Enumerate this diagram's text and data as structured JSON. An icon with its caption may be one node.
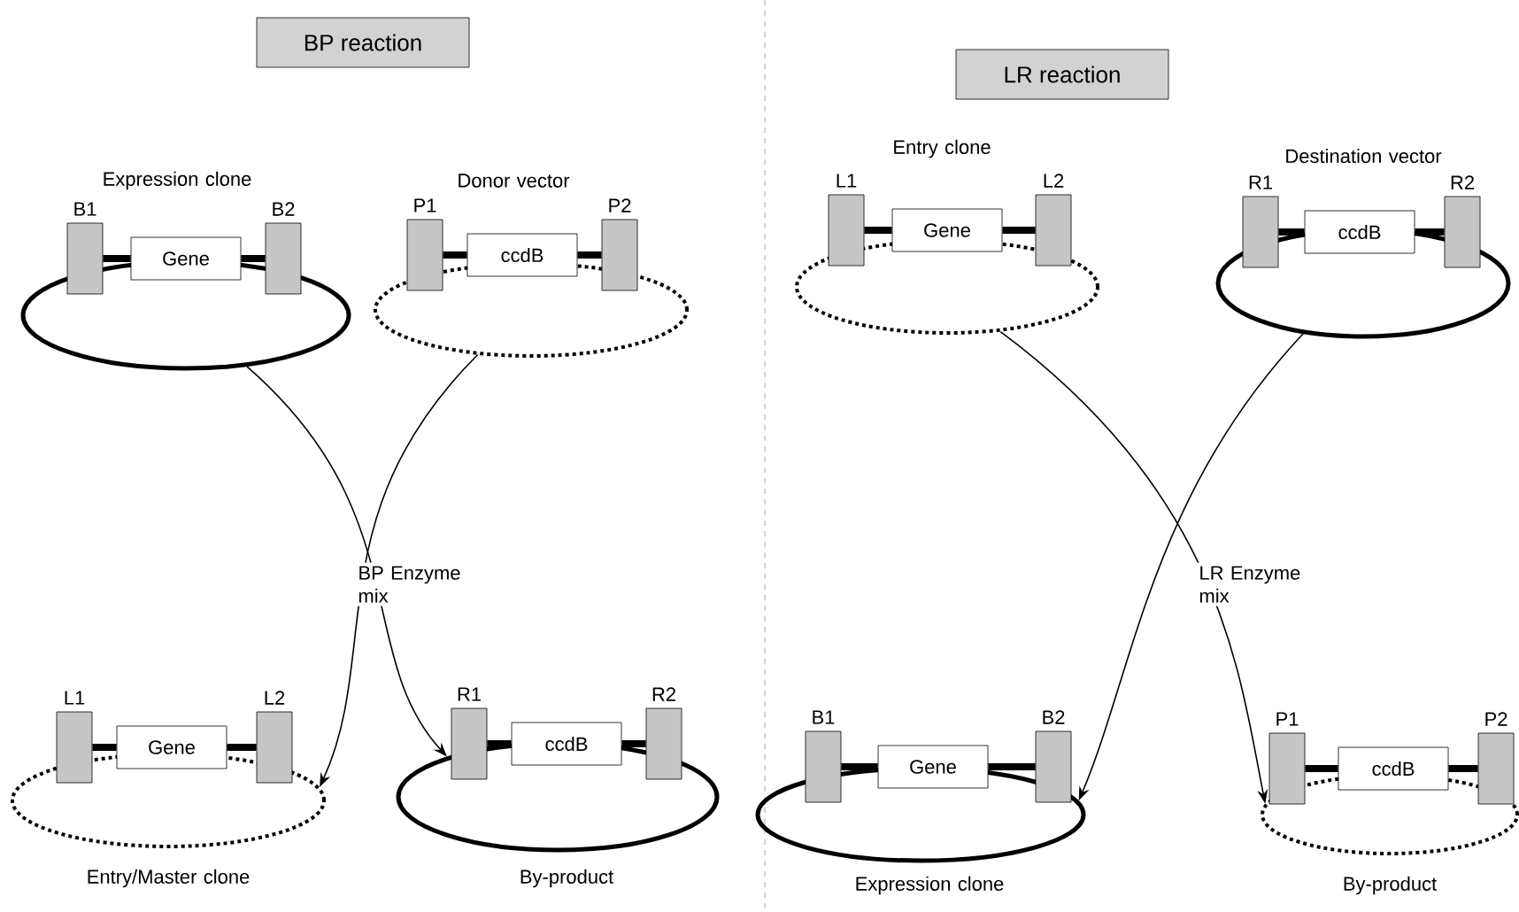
{
  "diagram": {
    "nodes": [
      {
        "text": [
          "BP reaction"
        ]
      },
      {
        "text": [],
        "shape": "circle"
      },
      {
        "text": [
          "B1"
        ]
      },
      {
        "text": [
          "Gene"
        ]
      },
      {
        "text": [
          "B2"
        ]
      },
      {
        "text": [],
        "shape": "circle"
      },
      {
        "text": [
          "P1"
        ]
      },
      {
        "text": [
          "ccdB"
        ]
      },
      {
        "text": [
          "P2"
        ]
      },
      {
        "text": [],
        "shape": "circle"
      },
      {
        "text": [
          "L1"
        ]
      },
      {
        "text": [
          "Gene"
        ]
      },
      {
        "text": [
          "L2"
        ]
      },
      {
        "text": [],
        "shape": "circle"
      },
      {
        "text": [
          "R1"
        ]
      },
      {
        "text": [
          "ccdB"
        ]
      },
      {
        "text": [
          "R2"
        ]
      },
      {
        "text": [
          "LR reaction"
        ]
      },
      {
        "text": [],
        "shape": "circle"
      },
      {
        "text": [
          "L1"
        ]
      },
      {
        "text": [
          "Gene"
        ]
      },
      {
        "text": [
          "L2"
        ]
      },
      {
        "text": [],
        "shape": "circle"
      },
      {
        "text": [
          "R1"
        ]
      },
      {
        "text": [
          "ccdB"
        ]
      },
      {
        "text": [
          "R2"
        ]
      },
      {
        "text": [],
        "shape": "circle"
      },
      {
        "text": [
          "B1"
        ]
      },
      {
        "text": [
          "Gene"
        ]
      },
      {
        "text": [
          "B2"
        ]
      },
      {
        "text": [],
        "shape": "circle"
      },
      {
        "text": [
          "P1"
        ]
      },
      {
        "text": [
          "ccdB"
        ]
      },
      {
        "text": [
          "P2"
        ]
      }
    ],
    "edges": [
      {
        "from": 2,
        "to": 3,
        "arrow": "none"
      },
      {
        "from": 3,
        "to": 4,
        "arrow": "none"
      },
      {
        "from": 6,
        "to": 7,
        "arrow": "none"
      },
      {
        "from": 7,
        "to": 8,
        "arrow": "none"
      },
      {
        "from": 10,
        "to": 11,
        "arrow": "none"
      },
      {
        "from": 11,
        "to": 12,
        "arrow": "none"
      },
      {
        "from": 14,
        "to": 15,
        "arrow": "none"
      },
      {
        "from": 15,
        "to": 16,
        "arrow": "none"
      },
      {
        "from": 19,
        "to": 20,
        "arrow": "none"
      },
      {
        "from": 20,
        "to": 21,
        "arrow": "none"
      },
      {
        "from": 23,
        "to": 24,
        "arrow": "none"
      },
      {
        "from": 24,
        "to": 25,
        "arrow": "none"
      },
      {
        "from": 27,
        "to": 28,
        "arrow": "none"
      },
      {
        "from": 28,
        "to": 29,
        "arrow": "none"
      },
      {
        "from": 31,
        "to": 32,
        "arrow": "none"
      },
      {
        "from": 32,
        "to": 33,
        "arrow": "none"
      },
      {
        "from": 1,
        "to": 13,
        "arrow": "to"
      },
      {
        "from": 5,
        "to": 9,
        "arrow": "to"
      },
      {
        "from": 18,
        "to": 30,
        "arrow": "to"
      },
      {
        "from": 22,
        "to": 26,
        "arrow": "to"
      }
    ],
    "labels": [
      "Expression clone",
      "Donor vector",
      "Entry clone",
      "Destination vector",
      "BP Enzyme mix",
      "LR Enzyme mix",
      "Entry/Master clone",
      "By-product",
      "Expression clone",
      "By-product"
    ]
  }
}
